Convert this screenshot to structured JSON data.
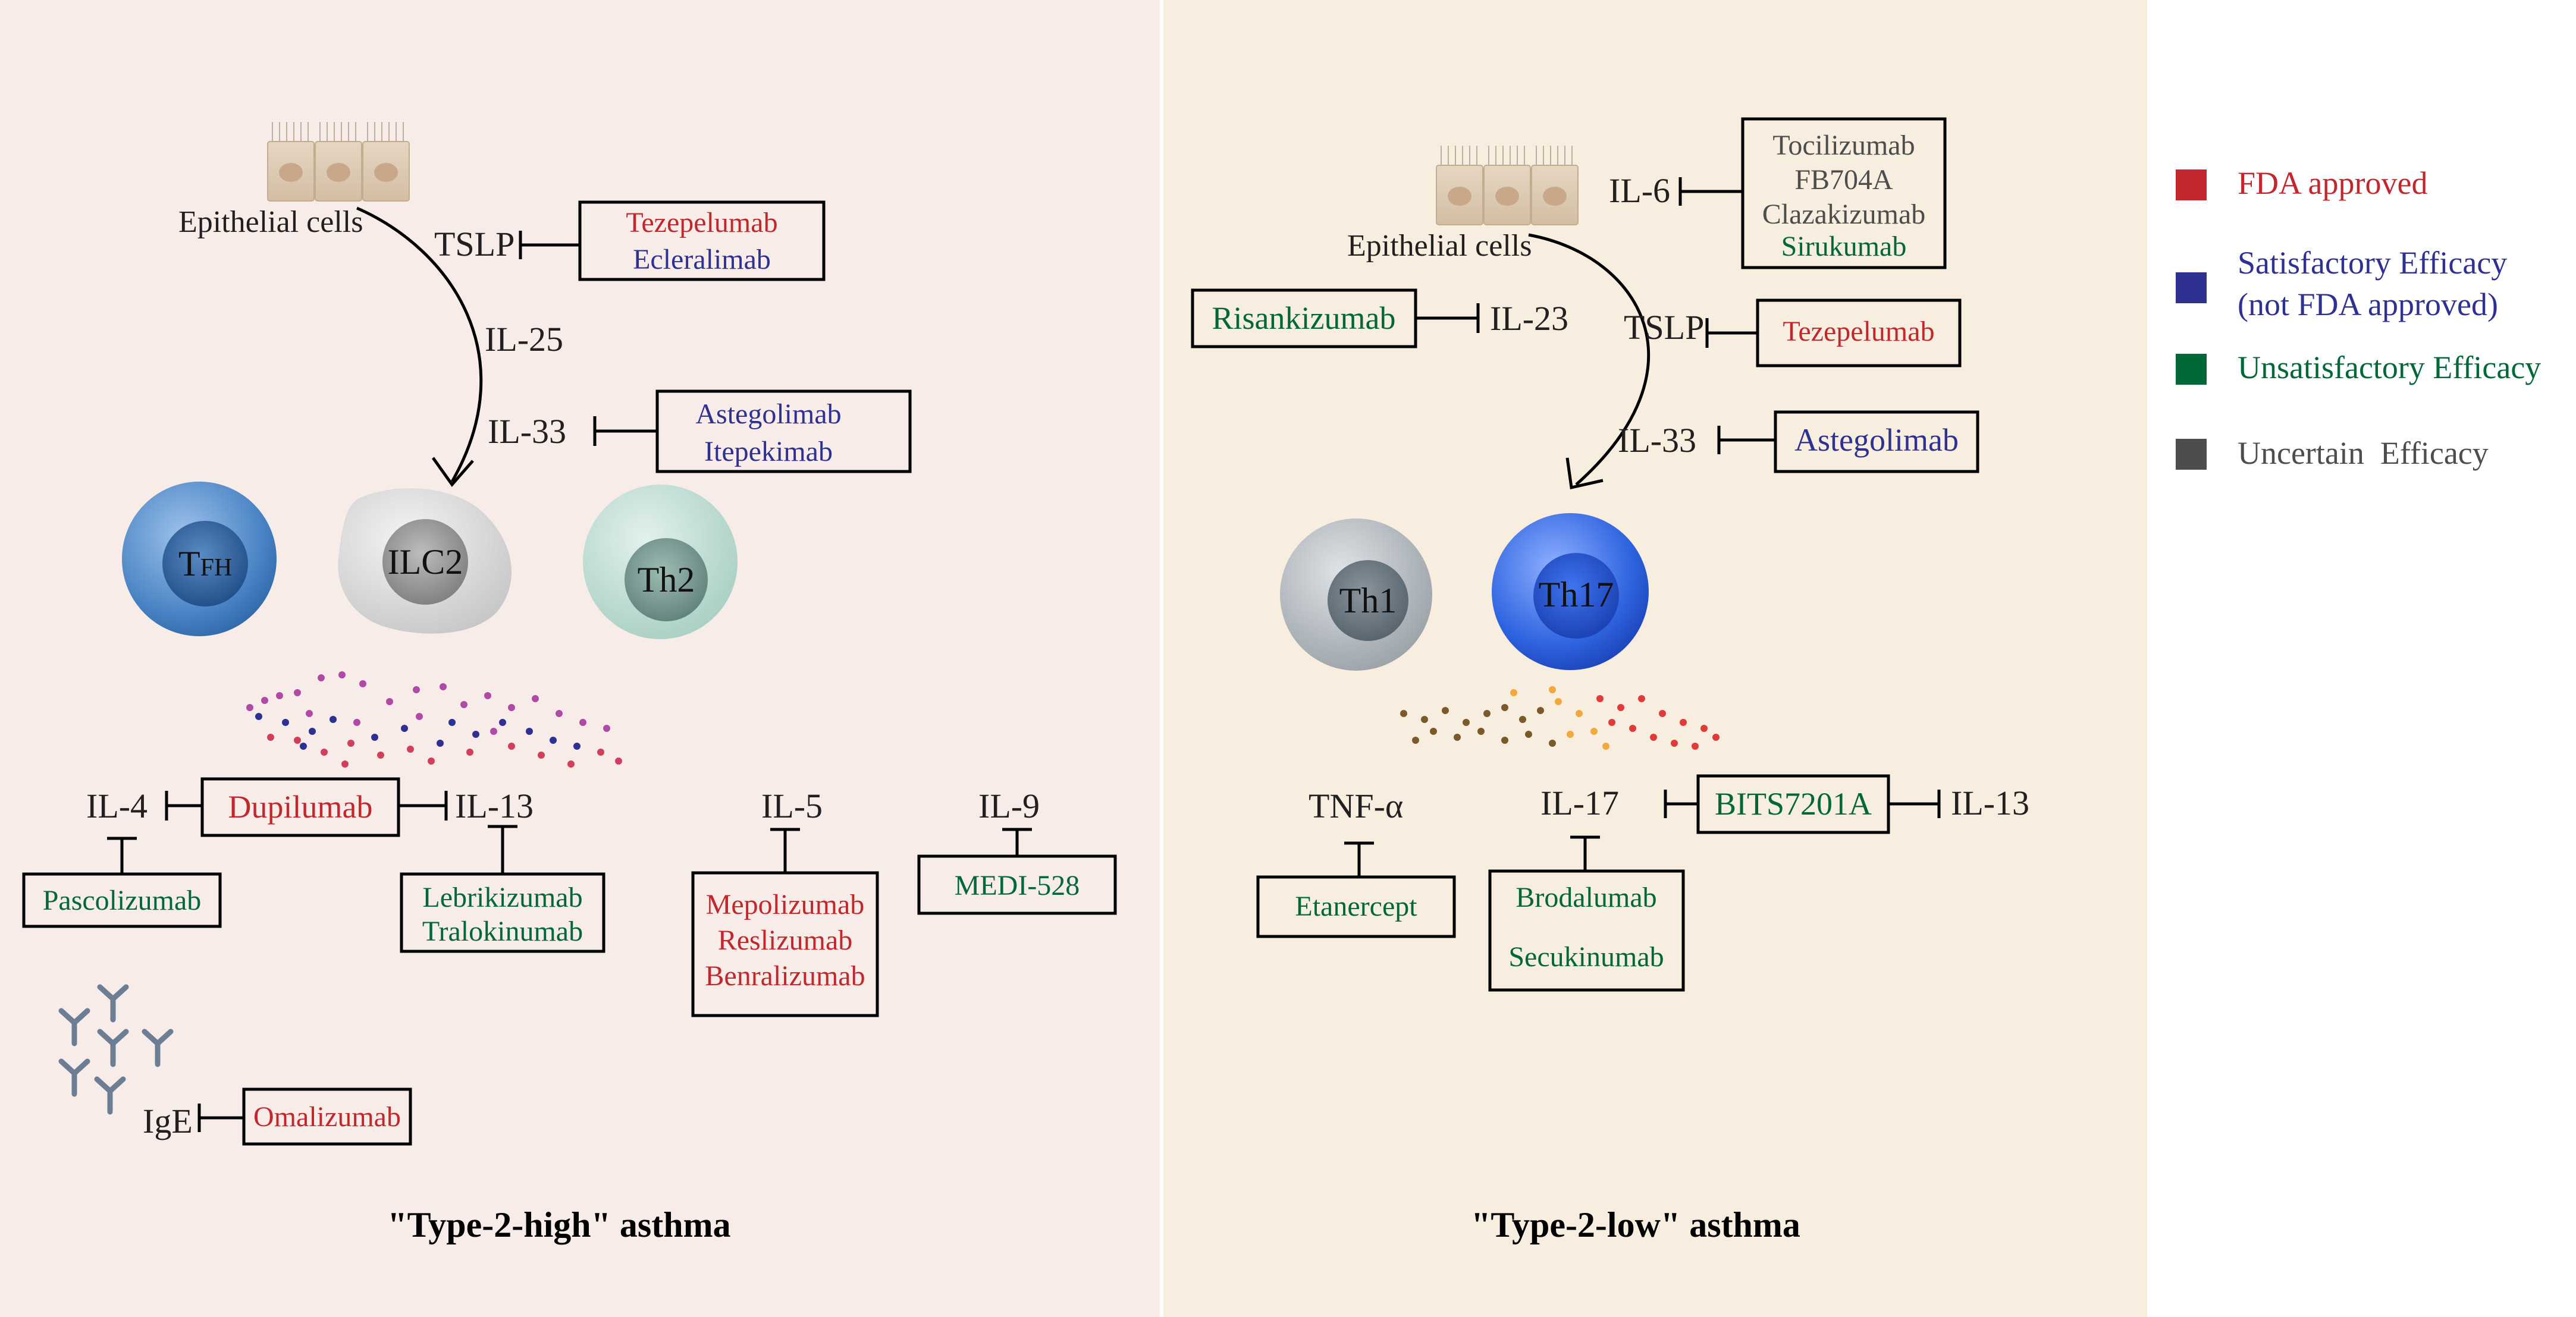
{
  "colors": {
    "fda_approved": "#c1272d",
    "satisfactory": "#2e3192",
    "unsatisfactory": "#006837",
    "uncertain": "#4d4d4d",
    "left_bg": "#f7ece8",
    "right_bg": "#f7eee0"
  },
  "left": {
    "epithelial_label": "Epithelial cells",
    "tslp": "TSLP",
    "il25": "IL-25",
    "il33": "IL-33",
    "tslp_drugs": [
      "Tezepelumab",
      "Ecleralimab"
    ],
    "il33_drugs": [
      "Astegolimab",
      "Itepekimab"
    ],
    "cells": {
      "tfh_main": "T",
      "tfh_sub": "FH",
      "ilc2": "ILC2",
      "th2": "Th2"
    },
    "il4": "IL-4",
    "dupilumab": "Dupilumab",
    "il13": "IL-13",
    "il5": "IL-5",
    "il9": "IL-9",
    "pascolizumab": "Pascolizumab",
    "il13_drugs": [
      "Lebrikizumab",
      "Tralokinumab"
    ],
    "il5_drugs": [
      "Mepolizumab",
      "Reslizumab",
      "Benralizumab"
    ],
    "medi": "MEDI-528",
    "ige": "IgE",
    "omalizumab": "Omalizumab",
    "title": "\"Type-2-high\" asthma"
  },
  "right": {
    "epithelial_label": "Epithelial cells",
    "il6": "IL-6",
    "il6_drugs": [
      "Tocilizumab",
      "FB704A",
      "Clazakizumab",
      "Sirukumab"
    ],
    "risankizumab": "Risankizumab",
    "il23": "IL-23",
    "tslp": "TSLP",
    "tezepelumab": "Tezepelumab",
    "il33": "IL-33",
    "astegolimab": "Astegolimab",
    "cells": {
      "th1": "Th1",
      "th17": "Th17"
    },
    "tnfa": "TNF-α",
    "il17": "IL-17",
    "bits": "BITS7201A",
    "il13": "IL-13",
    "etanercept": "Etanercept",
    "il17_drugs": [
      "Brodalumab",
      "Secukinumab"
    ],
    "title": "\"Type-2-low\" asthma"
  },
  "legend": [
    {
      "label": "FDA approved",
      "color": "#c1272d"
    },
    {
      "label": "Satisfactory Efficacy",
      "label2": "(not FDA approved)",
      "color": "#2e3192"
    },
    {
      "label": "Unsatisfactory Efficacy",
      "color": "#006837"
    },
    {
      "label": "Uncertain  Efficacy",
      "color": "#4d4d4d"
    }
  ]
}
